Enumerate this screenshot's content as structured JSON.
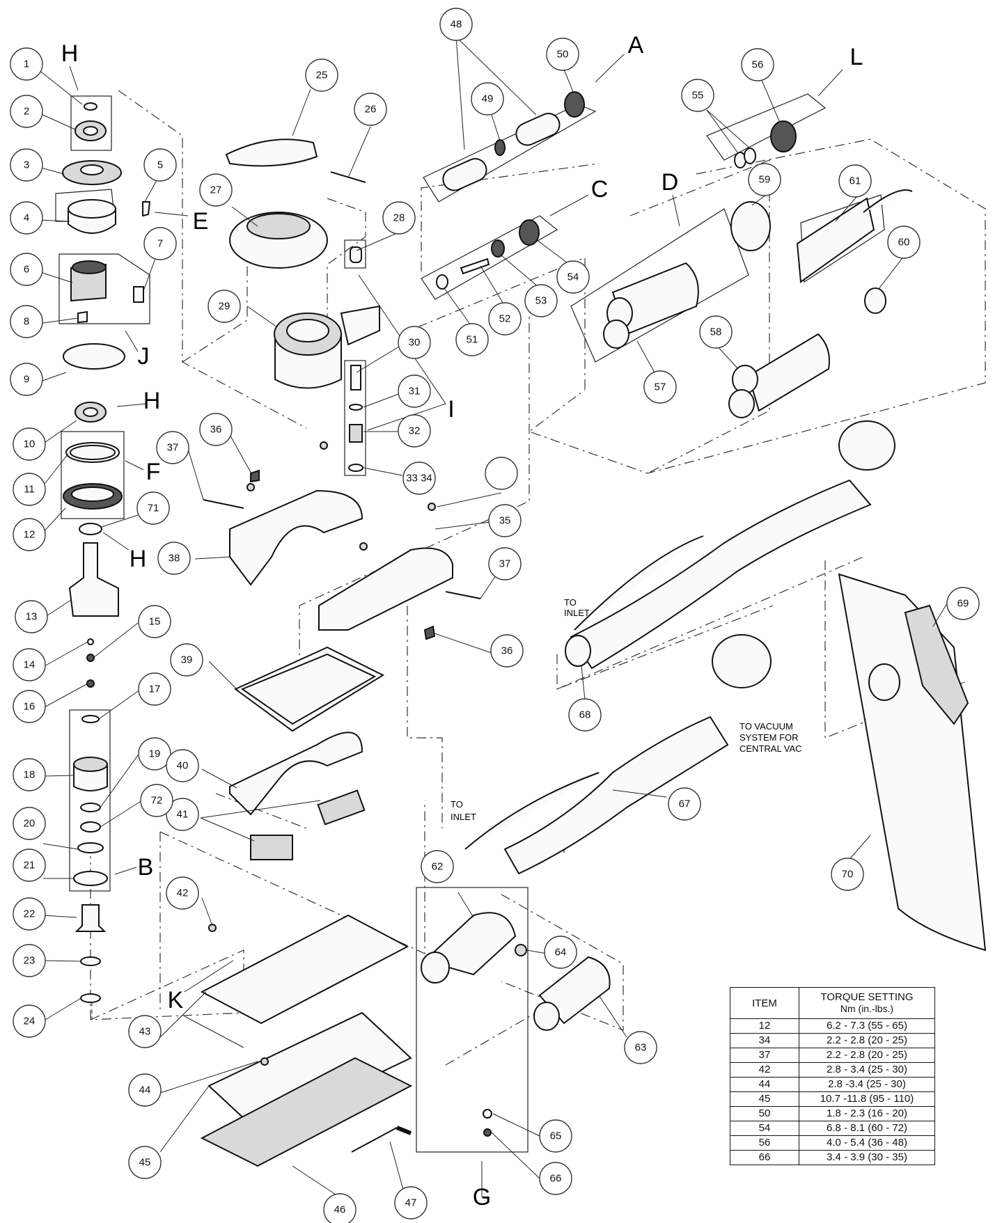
{
  "callouts": [
    {
      "id": "1",
      "text": "1"
    },
    {
      "id": "2",
      "text": "2"
    },
    {
      "id": "3",
      "text": "3"
    },
    {
      "id": "4",
      "text": "4"
    },
    {
      "id": "5",
      "text": "5"
    },
    {
      "id": "6",
      "text": "6"
    },
    {
      "id": "7",
      "text": "7"
    },
    {
      "id": "8",
      "text": "8"
    },
    {
      "id": "9",
      "text": "9"
    },
    {
      "id": "10",
      "text": "10"
    },
    {
      "id": "11",
      "text": "11"
    },
    {
      "id": "12",
      "text": "12"
    },
    {
      "id": "13",
      "text": "13"
    },
    {
      "id": "14",
      "text": "14"
    },
    {
      "id": "15",
      "text": "15"
    },
    {
      "id": "16",
      "text": "16"
    },
    {
      "id": "17",
      "text": "17"
    },
    {
      "id": "18",
      "text": "18"
    },
    {
      "id": "19",
      "text": "19"
    },
    {
      "id": "20",
      "text": "20"
    },
    {
      "id": "21",
      "text": "21"
    },
    {
      "id": "22",
      "text": "22"
    },
    {
      "id": "23",
      "text": "23"
    },
    {
      "id": "24",
      "text": "24"
    },
    {
      "id": "25",
      "text": "25"
    },
    {
      "id": "26",
      "text": "26"
    },
    {
      "id": "27",
      "text": "27"
    },
    {
      "id": "28",
      "text": "28"
    },
    {
      "id": "29",
      "text": "29"
    },
    {
      "id": "30",
      "text": "30"
    },
    {
      "id": "31",
      "text": "31"
    },
    {
      "id": "32",
      "text": "32"
    },
    {
      "id": "33-34",
      "text": "33 34"
    },
    {
      "id": "blank",
      "text": ""
    },
    {
      "id": "35",
      "text": "35"
    },
    {
      "id": "36a",
      "text": "36"
    },
    {
      "id": "36b",
      "text": "36"
    },
    {
      "id": "37a",
      "text": "37"
    },
    {
      "id": "37b",
      "text": "37"
    },
    {
      "id": "38",
      "text": "38"
    },
    {
      "id": "39",
      "text": "39"
    },
    {
      "id": "40",
      "text": "40"
    },
    {
      "id": "41",
      "text": "41"
    },
    {
      "id": "42",
      "text": "42"
    },
    {
      "id": "43",
      "text": "43"
    },
    {
      "id": "44",
      "text": "44"
    },
    {
      "id": "45",
      "text": "45"
    },
    {
      "id": "46",
      "text": "46"
    },
    {
      "id": "47",
      "text": "47"
    },
    {
      "id": "48",
      "text": "48"
    },
    {
      "id": "49",
      "text": "49"
    },
    {
      "id": "50",
      "text": "50"
    },
    {
      "id": "51",
      "text": "51"
    },
    {
      "id": "52",
      "text": "52"
    },
    {
      "id": "53",
      "text": "53"
    },
    {
      "id": "54",
      "text": "54"
    },
    {
      "id": "55",
      "text": "55"
    },
    {
      "id": "56",
      "text": "56"
    },
    {
      "id": "57",
      "text": "57"
    },
    {
      "id": "58",
      "text": "58"
    },
    {
      "id": "59",
      "text": "59"
    },
    {
      "id": "60",
      "text": "60"
    },
    {
      "id": "61",
      "text": "61"
    },
    {
      "id": "62",
      "text": "62"
    },
    {
      "id": "63",
      "text": "63"
    },
    {
      "id": "64",
      "text": "64"
    },
    {
      "id": "65",
      "text": "65"
    },
    {
      "id": "66",
      "text": "66"
    },
    {
      "id": "67",
      "text": "67"
    },
    {
      "id": "68",
      "text": "68"
    },
    {
      "id": "69",
      "text": "69"
    },
    {
      "id": "70",
      "text": "70"
    },
    {
      "id": "71",
      "text": "71"
    },
    {
      "id": "72",
      "text": "72"
    }
  ],
  "letters": [
    {
      "id": "H1",
      "text": "H"
    },
    {
      "id": "H2",
      "text": "H"
    },
    {
      "id": "H3",
      "text": "H"
    },
    {
      "id": "A",
      "text": "A"
    },
    {
      "id": "B",
      "text": "B"
    },
    {
      "id": "C",
      "text": "C"
    },
    {
      "id": "D",
      "text": "D"
    },
    {
      "id": "E",
      "text": "E"
    },
    {
      "id": "F",
      "text": "F"
    },
    {
      "id": "G",
      "text": "G"
    },
    {
      "id": "I",
      "text": "I"
    },
    {
      "id": "J",
      "text": "J"
    },
    {
      "id": "K",
      "text": "K"
    },
    {
      "id": "L",
      "text": "L"
    }
  ],
  "notes": {
    "inlet_upper": [
      "TO",
      "INLET"
    ],
    "inlet_lower": [
      "TO",
      "INLET"
    ],
    "vacuum": [
      "TO VACUUM",
      "SYSTEM FOR",
      "CENTRAL VAC"
    ]
  },
  "torque_table": {
    "header_item": "ITEM",
    "header_setting": "TORQUE SETTING",
    "header_units": "Nm (in.-lbs.)",
    "rows": [
      {
        "item": "12",
        "setting": "6.2 - 7.3 (55 - 65)"
      },
      {
        "item": "34",
        "setting": "2.2 - 2.8 (20 - 25)"
      },
      {
        "item": "37",
        "setting": "2.2 - 2.8 (20 - 25)"
      },
      {
        "item": "42",
        "setting": "2.8 - 3.4 (25 - 30)"
      },
      {
        "item": "44",
        "setting": "2.8 -3.4 (25 - 30)"
      },
      {
        "item": "45",
        "setting": "10.7 -11.8 (95 - 110)"
      },
      {
        "item": "50",
        "setting": "1.8 - 2.3 (16 - 20)"
      },
      {
        "item": "54",
        "setting": "6.8 - 8.1 (60 - 72)"
      },
      {
        "item": "56",
        "setting": "4.0 - 5.4 (36 - 48)"
      },
      {
        "item": "66",
        "setting": "3.4 - 3.9 (30 - 35)"
      }
    ]
  }
}
